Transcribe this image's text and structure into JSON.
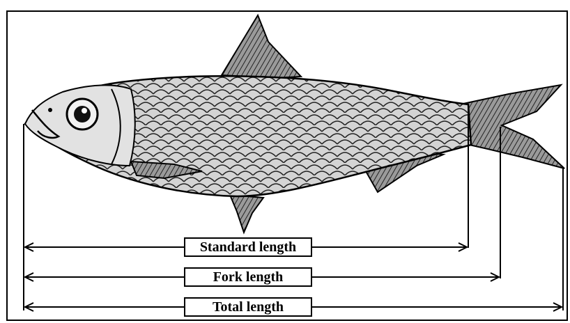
{
  "labels": {
    "standard": "Standard length",
    "fork": "Fork length",
    "total": "Total length"
  },
  "colors": {
    "line": "#000000",
    "background": "#ffffff",
    "fish_fill": "#c9c9c9",
    "fin_fill": "#7a7a7a"
  }
}
